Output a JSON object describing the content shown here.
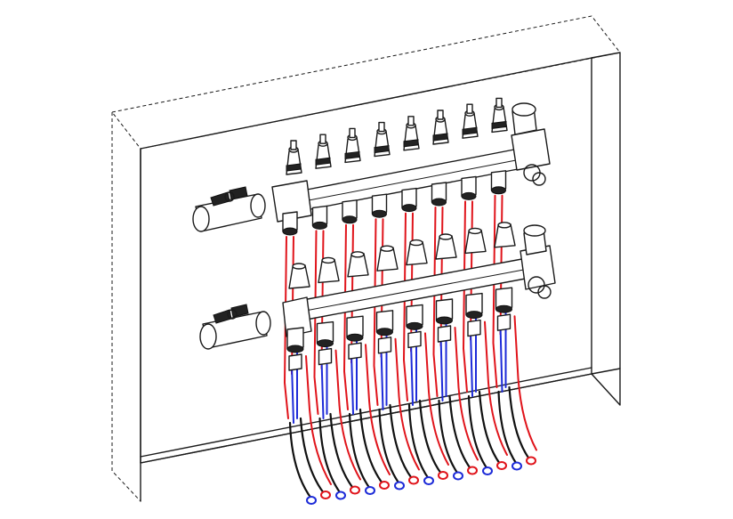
{
  "colors": {
    "line": "#1a1a1a",
    "supply_pipe": "#e0141b",
    "return_pipe": "#1d2bd8",
    "background": "#ffffff"
  },
  "components": {
    "cabinet": "cabinet",
    "supply_manifold": "supply-manifold",
    "return_manifold": "return-manifold",
    "ball_valves": 2,
    "circuits": 8
  }
}
